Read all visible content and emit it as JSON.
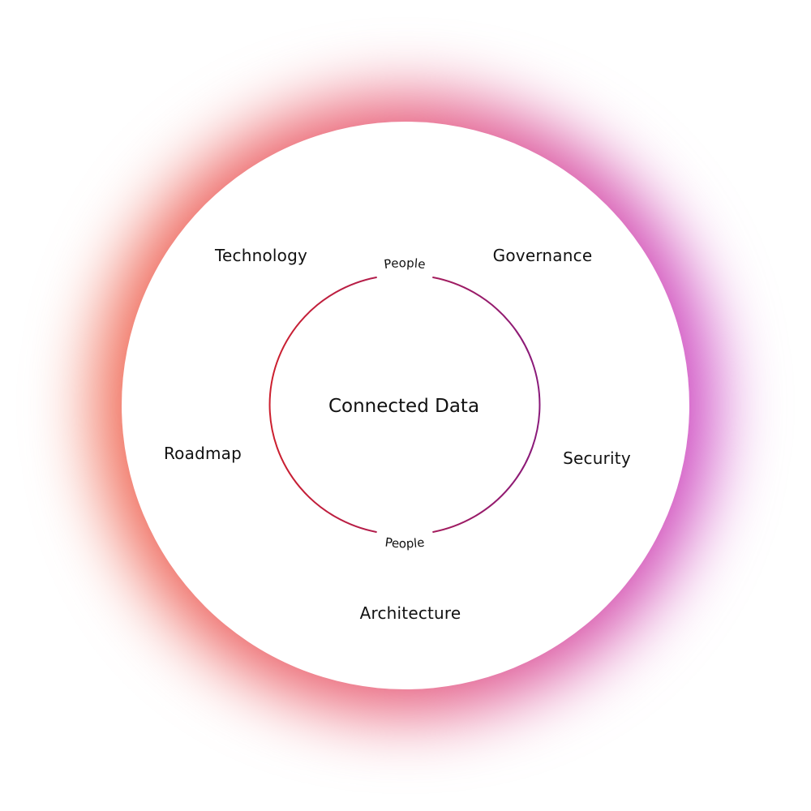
{
  "diagram": {
    "center_label": "Connected Data",
    "ring_labels": {
      "top": "People",
      "bottom": "People"
    },
    "pillars": {
      "technology": "Technology",
      "governance": "Governance",
      "roadmap": "Roadmap",
      "security": "Security",
      "architecture": "Architecture"
    },
    "colors": {
      "glow_left": "#f0654a",
      "glow_right": "#c840c8",
      "ring_left": "#cc1f2e",
      "ring_right": "#8a1a7a"
    }
  }
}
